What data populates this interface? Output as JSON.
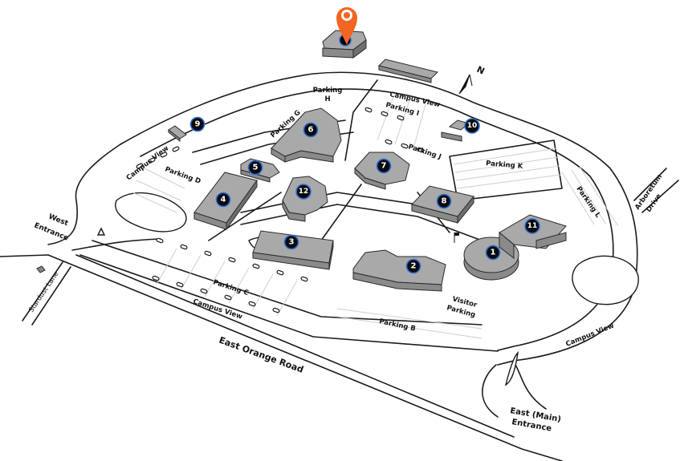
{
  "map": {
    "compass_label": "N",
    "marker_color": "#f26522",
    "badge_fill": "#0b0b0b",
    "badge_ring": "#2f6fd6",
    "buildings": [
      {
        "id": "1",
        "label": "1"
      },
      {
        "id": "2",
        "label": "2"
      },
      {
        "id": "3",
        "label": "3"
      },
      {
        "id": "4",
        "label": "4"
      },
      {
        "id": "5",
        "label": "5"
      },
      {
        "id": "6",
        "label": "6"
      },
      {
        "id": "7",
        "label": "7"
      },
      {
        "id": "8",
        "label": "8"
      },
      {
        "id": "9",
        "label": "9"
      },
      {
        "id": "10",
        "label": "10"
      },
      {
        "id": "11",
        "label": "11"
      },
      {
        "id": "12",
        "label": "12"
      }
    ],
    "parking": {
      "b": "Parking B",
      "c": "Parking C",
      "d": "Parking D",
      "g": "Parking G",
      "h_line1": "Parking",
      "h_line2": "H",
      "i": "Parking I",
      "j": "Parking J",
      "k": "Parking K",
      "l": "Parking L",
      "visitor_line1": "Visitor",
      "visitor_line2": "Parking"
    },
    "roads": {
      "campus_view": "Campus View",
      "east_orange_road": "East Orange Road",
      "stardust_lane": "Stardust Lane",
      "arboretum_line1": "Arboretum",
      "arboretum_line2": "Drive"
    },
    "entrances": {
      "west_line1": "West",
      "west_line2": "Entrance",
      "east_line1": "East (Main)",
      "east_line2": "Entrance"
    }
  }
}
